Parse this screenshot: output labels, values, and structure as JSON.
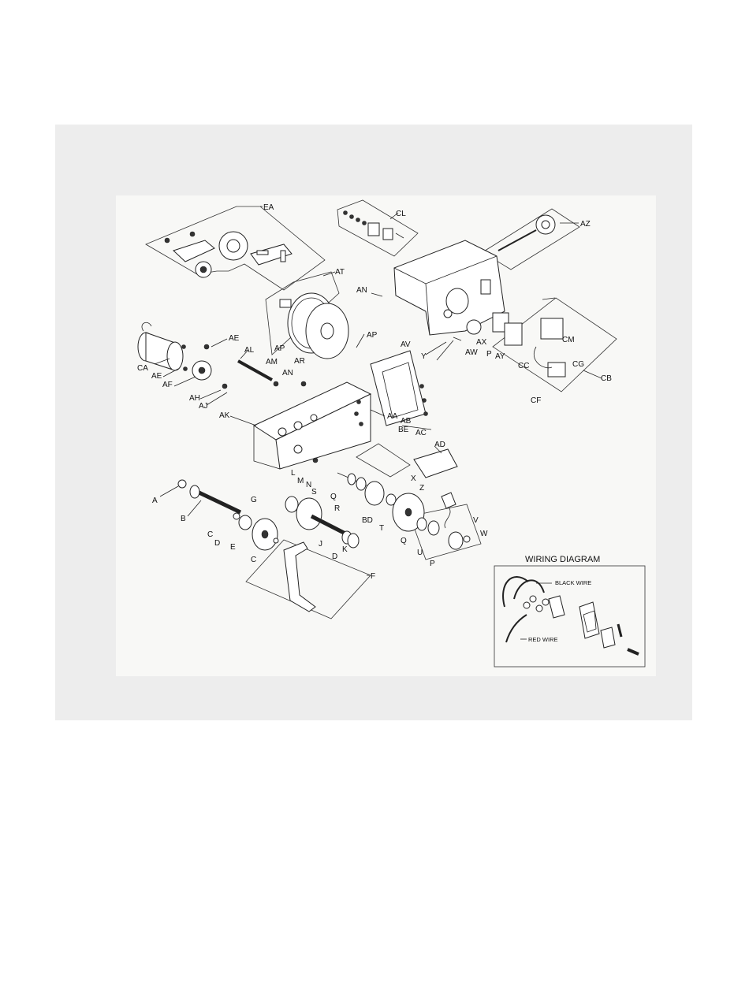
{
  "diagram": {
    "wiring_title": "WIRING DIAGRAM",
    "wiring_labels": {
      "black": "BLACK WIRE",
      "red": "RED WIRE"
    },
    "callouts": [
      {
        "id": "ea",
        "text": "EA"
      },
      {
        "id": "cl",
        "text": "CL"
      },
      {
        "id": "az",
        "text": "AZ"
      },
      {
        "id": "at",
        "text": "AT"
      },
      {
        "id": "an-top",
        "text": "AN"
      },
      {
        "id": "ae-top",
        "text": "AE"
      },
      {
        "id": "al",
        "text": "AL"
      },
      {
        "id": "ap-left",
        "text": "AP"
      },
      {
        "id": "ap-right",
        "text": "AP"
      },
      {
        "id": "am",
        "text": "AM"
      },
      {
        "id": "ar",
        "text": "AR"
      },
      {
        "id": "an-mid",
        "text": "AN"
      },
      {
        "id": "av",
        "text": "AV"
      },
      {
        "id": "y",
        "text": "Y"
      },
      {
        "id": "aw",
        "text": "AW"
      },
      {
        "id": "ax",
        "text": "AX"
      },
      {
        "id": "p-top",
        "text": "P"
      },
      {
        "id": "ay",
        "text": "AY"
      },
      {
        "id": "cm",
        "text": "CM"
      },
      {
        "id": "ca",
        "text": "CA"
      },
      {
        "id": "ae-left",
        "text": "AE"
      },
      {
        "id": "af",
        "text": "AF"
      },
      {
        "id": "cc",
        "text": "CC"
      },
      {
        "id": "cg",
        "text": "CG"
      },
      {
        "id": "cb",
        "text": "CB"
      },
      {
        "id": "cf",
        "text": "CF"
      },
      {
        "id": "ah",
        "text": "AH"
      },
      {
        "id": "aj",
        "text": "AJ"
      },
      {
        "id": "aa",
        "text": "AA"
      },
      {
        "id": "ab",
        "text": "AB"
      },
      {
        "id": "ak",
        "text": "AK"
      },
      {
        "id": "be",
        "text": "BE"
      },
      {
        "id": "ac",
        "text": "AC"
      },
      {
        "id": "ad",
        "text": "AD"
      },
      {
        "id": "l",
        "text": "L"
      },
      {
        "id": "m",
        "text": "M"
      },
      {
        "id": "n",
        "text": "N"
      },
      {
        "id": "s",
        "text": "S"
      },
      {
        "id": "x",
        "text": "X"
      },
      {
        "id": "a",
        "text": "A"
      },
      {
        "id": "g",
        "text": "G"
      },
      {
        "id": "q-top",
        "text": "Q"
      },
      {
        "id": "z",
        "text": "Z"
      },
      {
        "id": "b",
        "text": "B"
      },
      {
        "id": "r",
        "text": "R"
      },
      {
        "id": "bd",
        "text": "BD"
      },
      {
        "id": "t",
        "text": "T"
      },
      {
        "id": "c-top",
        "text": "C"
      },
      {
        "id": "d-left",
        "text": "D"
      },
      {
        "id": "e",
        "text": "E"
      },
      {
        "id": "j",
        "text": "J"
      },
      {
        "id": "k",
        "text": "K"
      },
      {
        "id": "q-bot",
        "text": "Q"
      },
      {
        "id": "v",
        "text": "V"
      },
      {
        "id": "w",
        "text": "W"
      },
      {
        "id": "u",
        "text": "U"
      },
      {
        "id": "d-right",
        "text": "D"
      },
      {
        "id": "p-bot",
        "text": "P"
      },
      {
        "id": "c-bot",
        "text": "C"
      },
      {
        "id": "f",
        "text": "F"
      }
    ]
  }
}
